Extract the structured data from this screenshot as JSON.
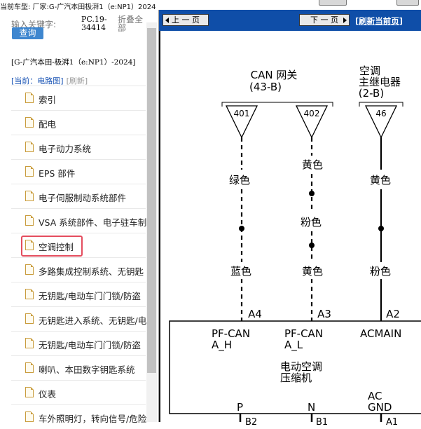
{
  "topbar": {
    "text": "当前车型:  厂家:G-广汽本田极湃1（e:NP1）2024"
  },
  "search": {
    "placeholder": "输入关键字:",
    "button": "查询",
    "pc_code": "PC.19-34414",
    "fold": "折叠全部"
  },
  "vehicle": "[G-广汽本田-极湃1（e:NP1）-2024]",
  "current": {
    "label": "[当前：电路图]",
    "refresh": "[刷新]"
  },
  "tree": [
    {
      "label": "索引"
    },
    {
      "label": "配电"
    },
    {
      "label": "电子动力系统"
    },
    {
      "label": "EPS 部件"
    },
    {
      "label": "电子伺服制动系统部件"
    },
    {
      "label": "VSA 系统部件、电子驻车制"
    },
    {
      "label": "空调控制",
      "selected": true
    },
    {
      "label": "多路集成控制系统、无钥匙"
    },
    {
      "label": "无钥匙/电动车门门锁/防盗"
    },
    {
      "label": "无钥匙进入系统、无钥匙/电"
    },
    {
      "label": "无钥匙/电动车门门锁/防盗"
    },
    {
      "label": "喇叭、本田数字钥匙系统"
    },
    {
      "label": "仪表"
    },
    {
      "label": "车外照明灯，转向信号/危险"
    }
  ],
  "nav": {
    "prev": "上 一 页",
    "next": "下 一 页",
    "refresh": "[刷新当前页]"
  },
  "diagram": {
    "gateway": {
      "line1": "CAN 网关",
      "line2": "(43-B)"
    },
    "relay": {
      "line1": "空调",
      "line2": "主继电器",
      "line3": "(2-B)"
    },
    "pins": [
      "401",
      "402",
      "46"
    ],
    "wire1": {
      "top": "绿色",
      "bottom": "蓝色",
      "pin": "A4"
    },
    "wire2": {
      "top": "黄色",
      "middle": "粉色",
      "bottom": "黄色",
      "pin": "A3"
    },
    "wire3": {
      "top": "黄色",
      "bottom": "粉色",
      "pin": "A2"
    },
    "box": {
      "pf1a": "PF-CAN",
      "pf1b": "A_H",
      "pf2a": "PF-CAN",
      "pf2b": "A_L",
      "acmain": "ACMAIN",
      "comp1": "电动空调",
      "comp2": "压缩机",
      "ac1": "AC",
      "ac2": "GND",
      "p": "P",
      "n": "N"
    },
    "bottom_pins": [
      "B2",
      "B1",
      "A1"
    ]
  }
}
